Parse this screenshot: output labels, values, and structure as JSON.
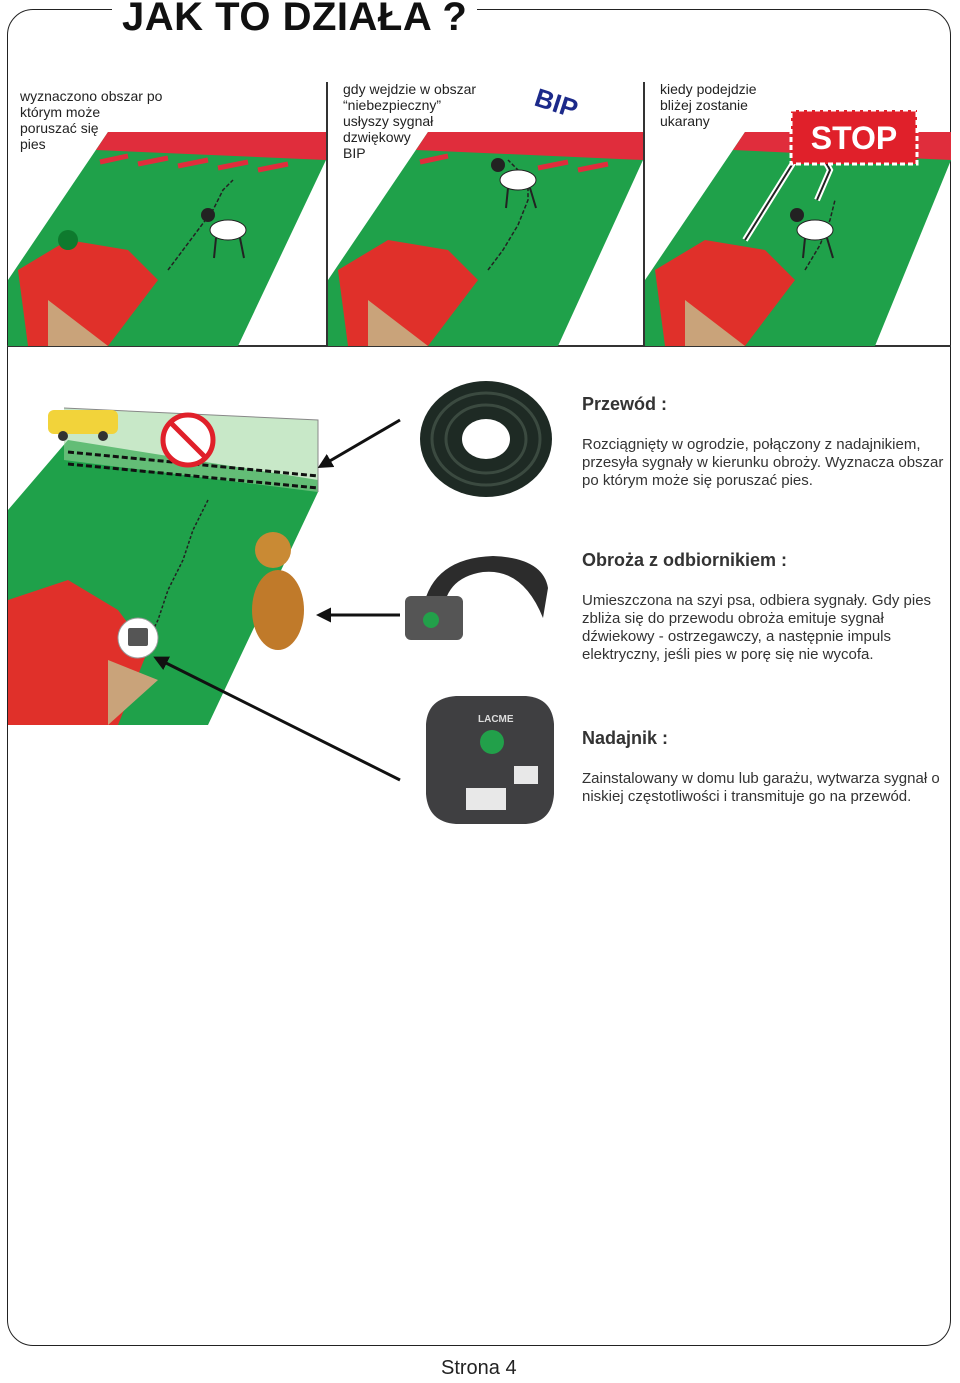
{
  "title": "JAK TO DZIAŁA ?",
  "panels": [
    {
      "caption": "wyznaczono obszar po\nktórym może\nporuszać się\npies"
    },
    {
      "caption": "gdy wejdzie w obszar\n“niebezpieczny”\nusłyszy sygnał\ndzwiękowy\nBIP",
      "sound_text": "BIP"
    },
    {
      "caption": "kiedy podejdzie\nbliżej zostanie\nukarany",
      "sign_text": "STOP"
    }
  ],
  "sections": [
    {
      "title": "Przewód :",
      "body": "Rozciągnięty w ogrodzie, połączony z nadajnikiem, przesyła sygnały w kierunku obroży. Wyznacza obszar po którym może się poruszać pies."
    },
    {
      "title": "Obroża z odbiornikiem :",
      "body": "Umieszczona na szyi psa, odbiera sygnały. Gdy pies zbliża się do przewodu obroża emituje sygnał dźwiekowy - ostrzegawczy, a następnie impuls elektryczny, jeśli pies w porę się nie wycofa."
    },
    {
      "title": "Nadajnik :",
      "body": "Zainstalowany w domu lub garażu, wytwarza sygnał  o niskiej częstotliwości i transmituje go na przewód."
    }
  ],
  "device_brand": "LACME",
  "footer": "Strona 4",
  "colors": {
    "grass": "#1fa14a",
    "danger_zone": "#e02d3c",
    "roof": "#e0302a",
    "sign": "#e0202a",
    "text": "#333333"
  }
}
